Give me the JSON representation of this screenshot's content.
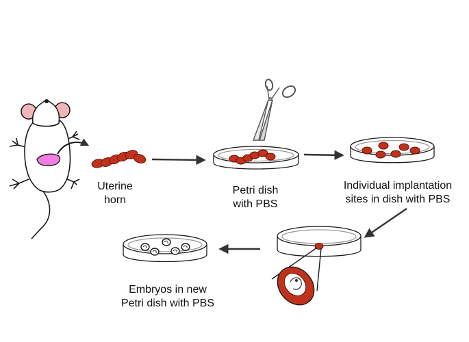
{
  "labels": {
    "uterine_horn": [
      "Uterine",
      "horn"
    ],
    "petri_dish": [
      "Petri dish",
      "with PBS"
    ],
    "implantation": [
      "Individual implantation",
      "sites in dish with PBS"
    ],
    "embryos": [
      "Embryos in new",
      "Petri dish with PBS"
    ]
  },
  "colors": {
    "tissue": "#c0321b",
    "tissue_outline": "#6a1208",
    "uterus_pink": "#ee7fe0",
    "ear_pink": "#f1b6b8",
    "outline": "#1a1a1a",
    "arrow": "#333333",
    "dish_rim": "#9a9a9a"
  },
  "icons": [
    "mouse-icon",
    "scissors-icon",
    "petri-dish-icon",
    "magnifier-cone-icon",
    "embryo-icon"
  ]
}
